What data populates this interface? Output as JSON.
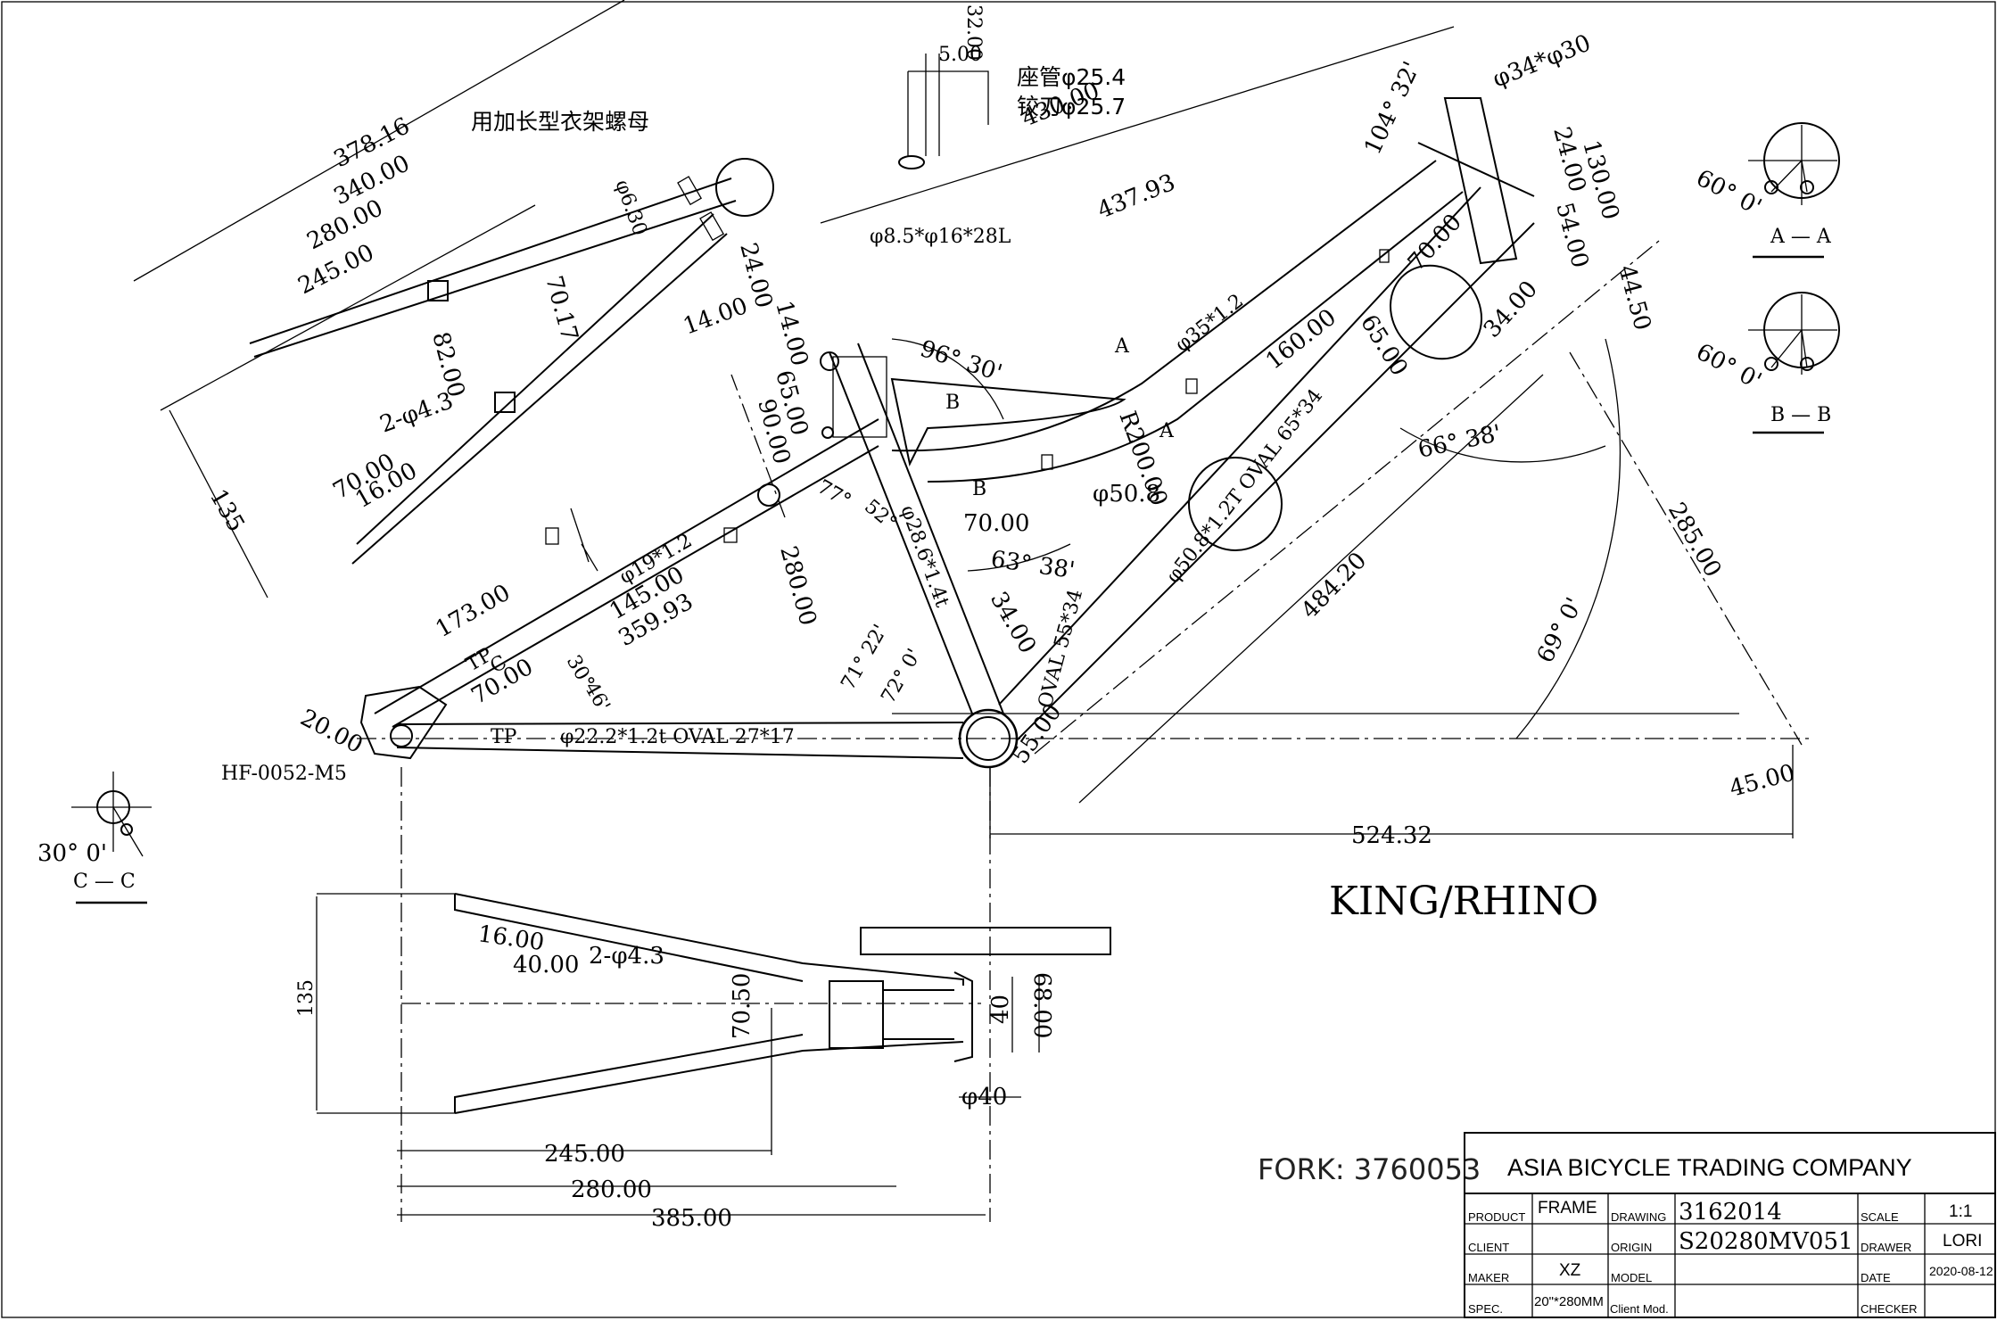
{
  "drawing": {
    "model_name": "KING/RHINO",
    "fork_label": "FORK: 3760053",
    "part_label": "HF-0052-M5",
    "note_cn": "用加长型衣架螺母",
    "seat_tube_note": "座管φ25.4",
    "reamer_note": "铰刀φ25.7"
  },
  "dimensions": {
    "top": [
      "378.16",
      "340.00",
      "280.00",
      "245.00",
      "70.17",
      "82.00",
      "2-φ4.3",
      "70.00",
      "16.00",
      "135",
      "173.00",
      "φ19*1.2",
      "145.00",
      "359.93",
      "30°",
      "70.00",
      "46'",
      "20.00",
      "φ22.2*1.2t OVAL 27*17",
      "TP",
      "TP",
      "C",
      "φ6.30",
      "24.00",
      "14.00",
      "14.00",
      "65.00",
      "90.00",
      "77°",
      "52°",
      "280.00",
      "φ28.6*1.4t",
      "71° 22'",
      "72° 0'",
      "63° 38'",
      "34.00",
      "OVAL 55*34",
      "55.00",
      "φ50.8",
      "φ50.8*1.2T OVAL 65*34",
      "484.20",
      "524.32",
      "45.00",
      "69° 0'",
      "285.00",
      "66° 38'",
      "65.00",
      "160.00",
      "R200.00",
      "φ35*1.2",
      "70.00",
      "70.00",
      "34.00",
      "44.50",
      "54.00",
      "24.00",
      "130.00",
      "φ34*φ30",
      "104° 32'",
      "437.93",
      "430.00",
      "φ8.5*φ16*28L",
      "96° 30'",
      "5.00",
      "32.00",
      "B",
      "B",
      "A",
      "A"
    ],
    "bottom": [
      "16.00",
      "40.00",
      "2-φ4.3",
      "135",
      "70.50",
      "40",
      "68.00",
      "φ40",
      "245.00",
      "280.00",
      "385.00"
    ]
  },
  "sections": [
    {
      "label": "A — A",
      "angle": "60° 0'"
    },
    {
      "label": "B — B",
      "angle": "60° 0'"
    },
    {
      "label": "C — C",
      "angle": "30° 0'"
    }
  ],
  "title_block": {
    "company": "ASIA BICYCLE TRADING COMPANY",
    "rows": [
      {
        "label": "PRODUCT",
        "value": "FRAME",
        "label2": "DRAWING",
        "value2": "3162014",
        "label3": "SCALE",
        "value3": "1:1"
      },
      {
        "label": "CLIENT",
        "value": "",
        "label2": "ORIGIN",
        "value2": "S20280MV051",
        "label3": "DRAWER",
        "value3": "LORI"
      },
      {
        "label": "MAKER",
        "value": "XZ",
        "label2": "MODEL",
        "value2": "",
        "label3": "DATE",
        "value3": "2020-08-12"
      },
      {
        "label": "SPEC.",
        "value": "20\"*280MM",
        "label2": "Client Mod.",
        "value2": "",
        "label3": "CHECKER",
        "value3": ""
      }
    ]
  }
}
